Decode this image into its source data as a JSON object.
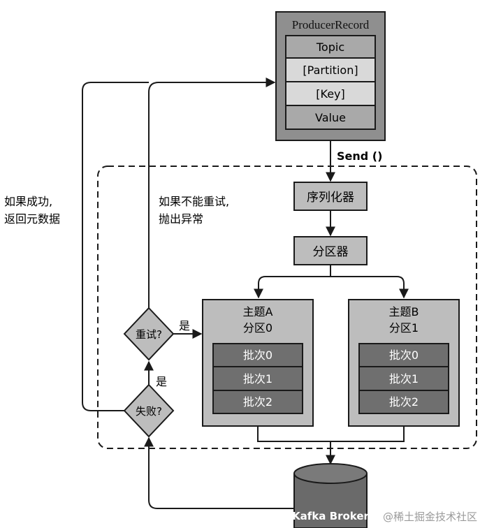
{
  "producer_record": {
    "title": "ProducerRecord",
    "fields": [
      "Topic",
      "[Partition]",
      "[Key]",
      "Value"
    ]
  },
  "send_label": "Send ()",
  "serializer_label": "序列化器",
  "partitioner_label": "分区器",
  "topics": [
    {
      "line1": "主题A",
      "line2": "分区0",
      "batches": [
        "批次0",
        "批次1",
        "批次2"
      ]
    },
    {
      "line1": "主题B",
      "line2": "分区1",
      "batches": [
        "批次0",
        "批次1",
        "批次2"
      ]
    }
  ],
  "retry_decision": "重试?",
  "failure_decision": "失败?",
  "yes_label": "是",
  "retry_fail_note": [
    "如果不能重试,",
    "抛出异常"
  ],
  "success_note": [
    "如果成功,",
    "返回元数据"
  ],
  "broker_label": "Kafka Broker",
  "watermark": "@稀土掘金技术社区",
  "colors": {
    "box_dark": "#8f8f8f",
    "box_mid": "#bdbdbd",
    "field_light": "#d9d9d9",
    "field_dark": "#a9a9a9",
    "batch": "#6f6f6f",
    "line": "#1a1a1a"
  }
}
